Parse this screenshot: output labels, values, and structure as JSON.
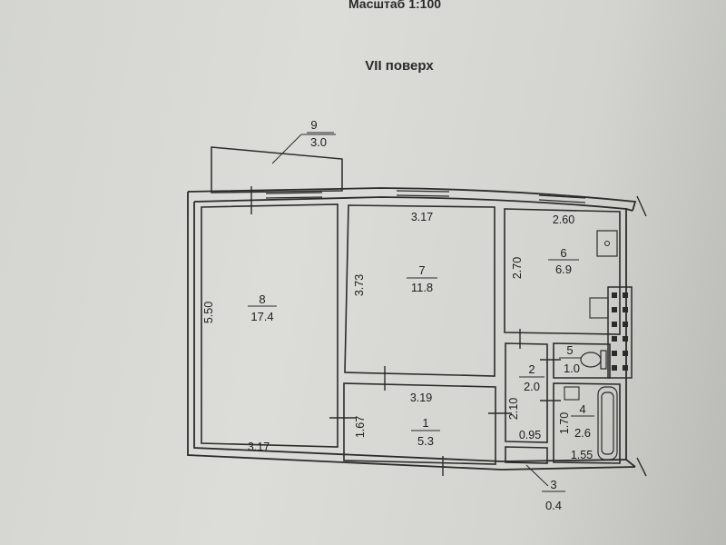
{
  "header": {
    "scale": "Масштаб 1:100",
    "floor": "VII поверх"
  },
  "rooms": [
    {
      "id": "8",
      "area": "17.4"
    },
    {
      "id": "7",
      "area": "11.8"
    },
    {
      "id": "6",
      "area": "6.9"
    },
    {
      "id": "1",
      "area": "5.3"
    },
    {
      "id": "2",
      "area": "2.0"
    },
    {
      "id": "5",
      "area": "1.0"
    },
    {
      "id": "4",
      "area": "2.6"
    },
    {
      "id": "3",
      "area": "0.4"
    },
    {
      "id": "9",
      "area": "3.0"
    }
  ],
  "dimensions": {
    "room8_height": "5.50",
    "room8_width": "3.17",
    "room7_width": "3.17",
    "room7_height": "3.73",
    "room6_width": "2.60",
    "room6_height": "2.70",
    "room1_width": "3.19",
    "room1_height": "1.67",
    "room2_width": "0.95",
    "room2_height": "2.10",
    "room4_height": "1.70",
    "room4_width": "1.55"
  }
}
